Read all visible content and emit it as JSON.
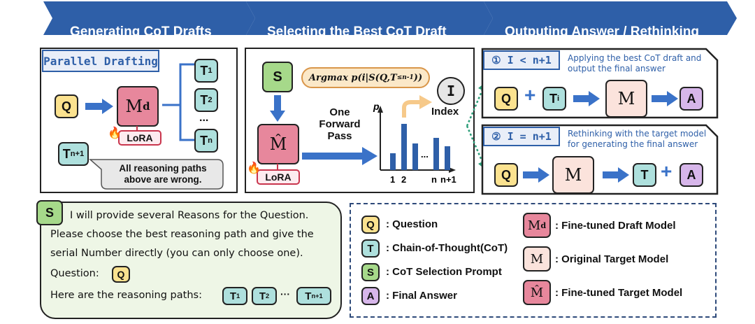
{
  "banners": {
    "stage1": "Generating CoT Drafts",
    "stage2": "Selecting the Best CoT Draft",
    "stage3": "Outputing Answer / Rethinking"
  },
  "panel1": {
    "title": "Parallel Drafting",
    "q": "Q",
    "model": "M",
    "model_sub": "d",
    "lora": "LoRA",
    "t": "T",
    "t1_sub": "1",
    "t2_sub": "2",
    "dots": "...",
    "tn_sub": "n",
    "tn1_sub": "n+1",
    "bubble": "All reasoning paths above are wrong."
  },
  "panel2": {
    "s": "S",
    "model": "M̂",
    "lora": "LoRA",
    "argmax": "Argmax p(i|S(Q,T",
    "argmax_sub": "≤n-1",
    "argmax_end": "))",
    "index_token": "I",
    "index_label": "Index",
    "forward": "One Forward Pass",
    "chart_p": "p",
    "dots": "...",
    "tick_1": "1",
    "tick_2": "2",
    "tick_n": "n",
    "tick_n1": "n+1"
  },
  "panel3a": {
    "heading": "① I < n+1",
    "desc": "Applying the best CoT draft and output the final answer",
    "q": "Q",
    "t": "T",
    "t_sub": "i",
    "m": "M",
    "a": "A"
  },
  "panel3b": {
    "heading": "② I = n+1",
    "desc": "Rethinking with the target model for generating the final answer",
    "q": "Q",
    "m": "M",
    "t": "T",
    "a": "A"
  },
  "prompt": {
    "s": "S",
    "line1": "I will provide several Reasons for the Question.",
    "line2": "Please choose the best reasoning path and give the",
    "line3": "serial Number directly (you can only choose one).",
    "line4": "Question:",
    "q": "Q",
    "line5": "Here are the reasoning paths:",
    "t": "T",
    "t1_sub": "1",
    "t2_sub": "2",
    "dots": "···",
    "tn1_sub": "n+1"
  },
  "legend": {
    "q": "Q",
    "q_label": ": Question",
    "t": "T",
    "t_label": ": Chain-of-Thought(CoT)",
    "s": "S",
    "s_label": ": CoT Selection Prompt",
    "a": "A",
    "a_label": ": Final Answer",
    "md": "M",
    "md_sub": "d",
    "md_label": ": Fine-tuned Draft Model",
    "m": "M",
    "m_label": ": Original Target Model",
    "mhat": "M̂",
    "mhat_label": ": Fine-tuned Target Model"
  },
  "colors": {
    "banner": "#2e5fa8",
    "arrow": "#3a72c8",
    "q": "#fbe28f",
    "t": "#aee0dd",
    "s": "#a6d98a",
    "a": "#d7b6ea",
    "m": "#fbe3dc",
    "md": "#e7879c",
    "dotted": "#2a9d78"
  }
}
